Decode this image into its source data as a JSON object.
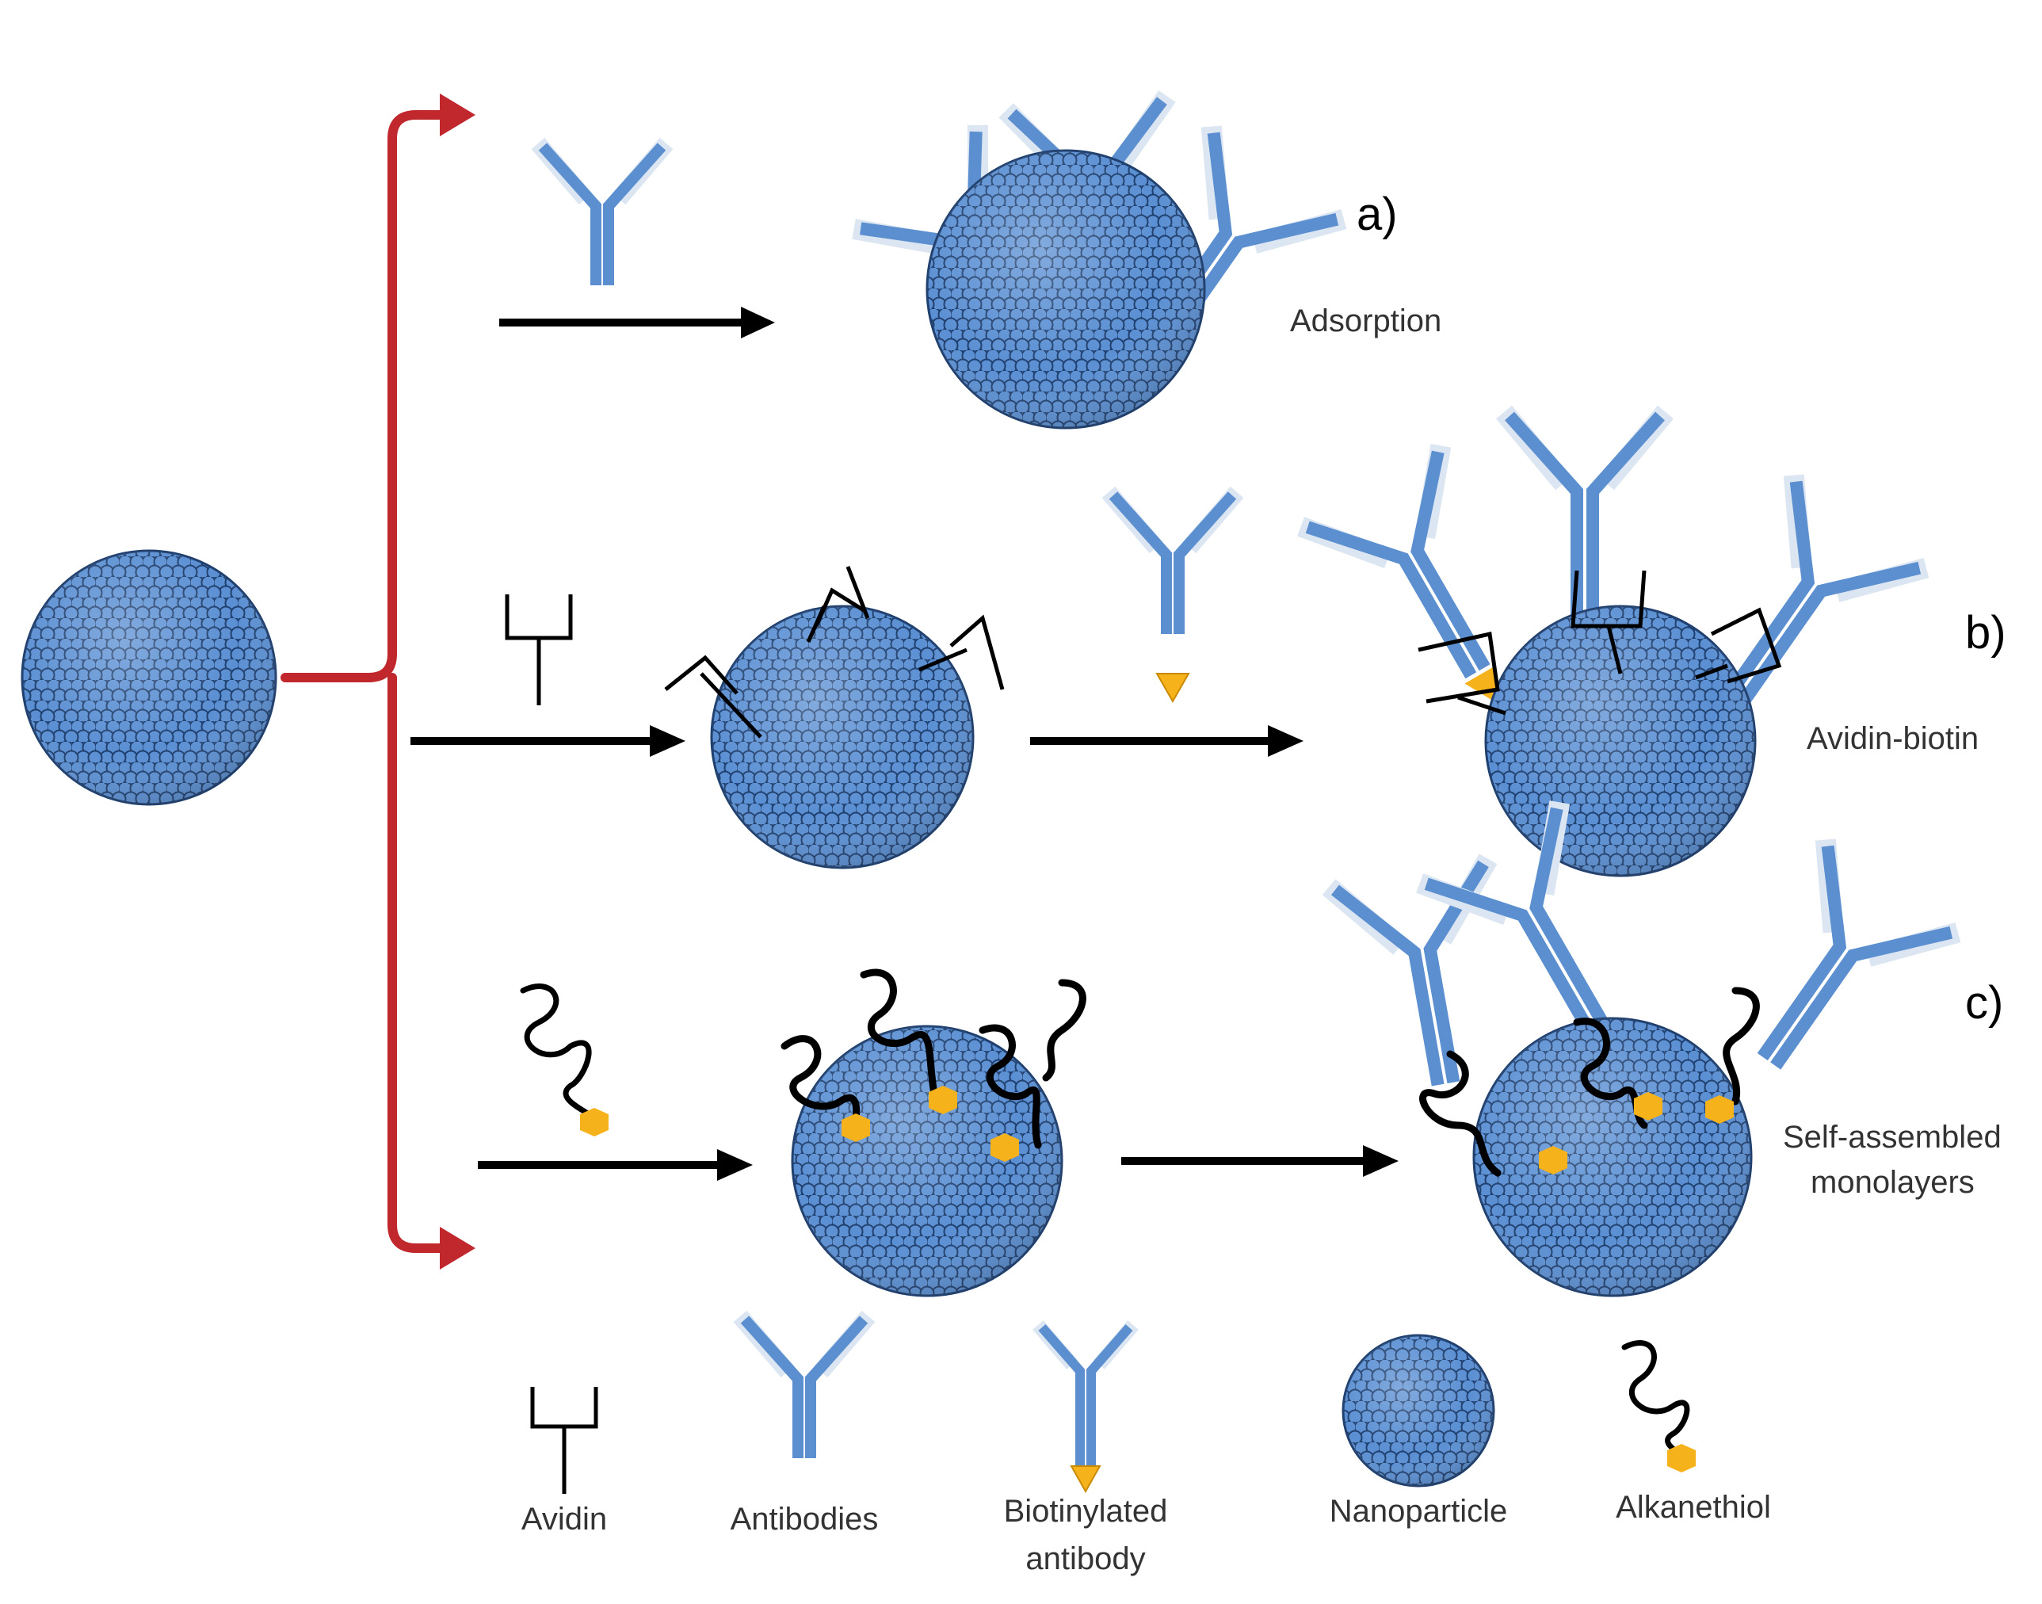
{
  "labels": {
    "a": "a)",
    "b": "b)",
    "c": "c)",
    "adsorption": "Adsorption",
    "avidin_biotin": "Avidin-biotin",
    "sam_line1": "Self-assembled",
    "sam_line2": "monolayers"
  },
  "legend": {
    "avidin": "Avidin",
    "antibodies": "Antibodies",
    "biotinylated_line1": "Biotinylated",
    "biotinylated_line2": "antibody",
    "nanoparticle": "Nanoparticle",
    "alkanethiol": "Alkanethiol"
  },
  "colors": {
    "nanoparticle": "#4a7fc1",
    "nanoparticle_light": "#7aa8e0",
    "nanoparticle_outline": "#1f3f6e",
    "antibody": "#5b8fd0",
    "antibody_light": "#dbe6f2",
    "biotin": "#f6b21b",
    "branch_arrow": "#c0282d",
    "arrow": "#000000"
  }
}
